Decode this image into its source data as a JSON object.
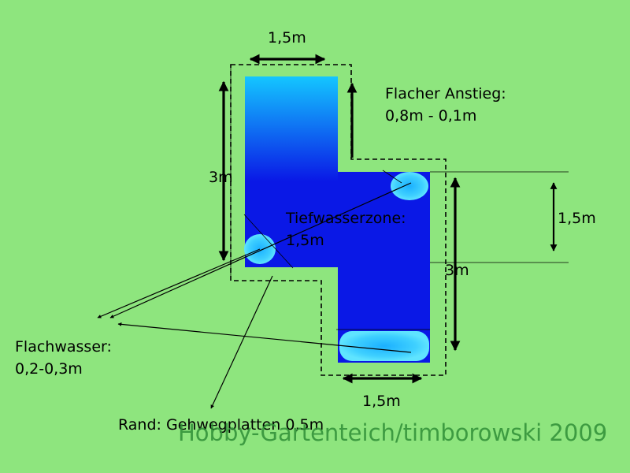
{
  "labels": {
    "top_width": "1,5m",
    "left_height": "3m",
    "shallow_rise_title": "Flacher Anstieg:",
    "shallow_rise_value": "0,8m - 0,1m",
    "right_height": "1,5m",
    "deep_zone_title": "Tiefwasserzone:",
    "deep_zone_value": "1,5m",
    "bottom_right_height": "3m",
    "shallow_water_title": "Flachwasser:",
    "shallow_water_value": "0,2-0,3m",
    "bottom_width": "1,5m",
    "edge_label": "Rand: Gehwegplatten 0,5m"
  },
  "watermark": "Hobby-Gartenteich/timborowski 2009",
  "colors": {
    "background": "#8ee57e",
    "pond_deep": "#0a18e6",
    "pond_shallow_light": "#12c8ff",
    "watermark": "#2f8f37"
  }
}
